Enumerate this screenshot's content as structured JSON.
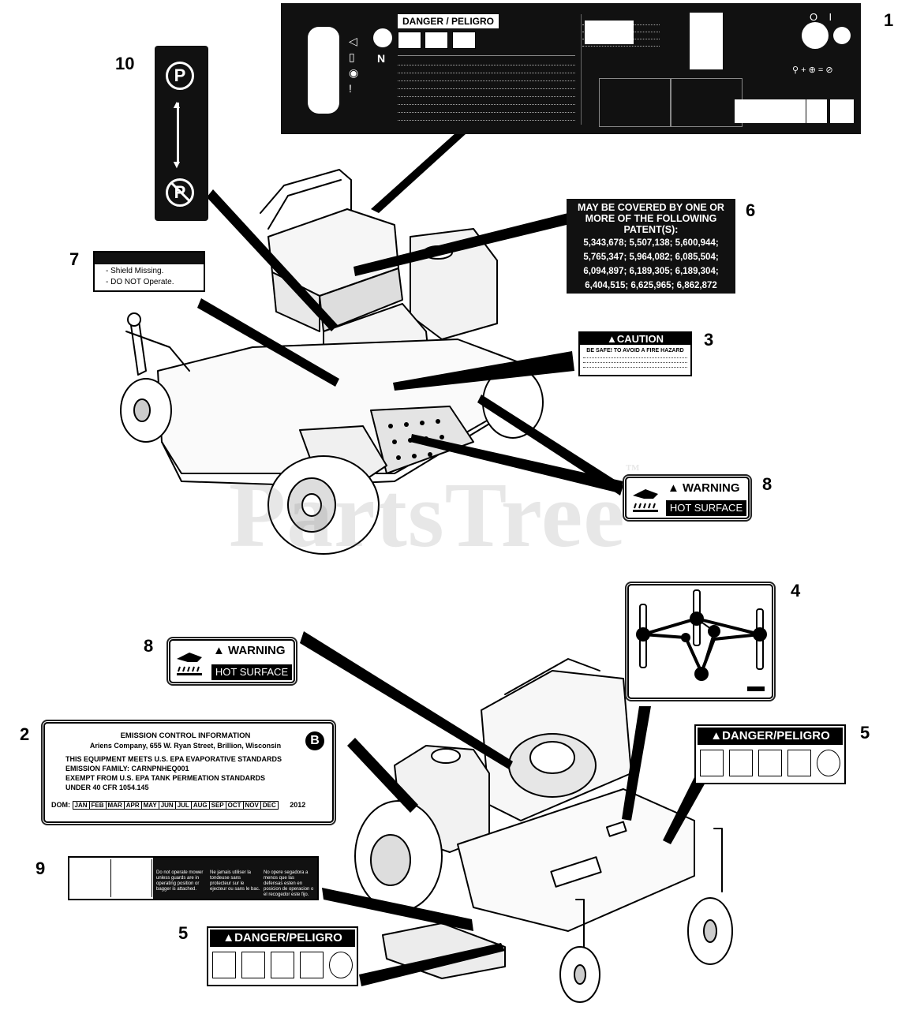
{
  "callouts": [
    "1",
    "2",
    "3",
    "4",
    "5",
    "5",
    "6",
    "7",
    "8",
    "8",
    "9",
    "10"
  ],
  "watermark": {
    "text": "PartsTree",
    "mark": "™"
  },
  "decal_1": {
    "danger_header": "DANGER / PELIGRO",
    "neutral_letter": "N",
    "icon_names": [
      "choke-icon",
      "throttle-icon",
      "fuel-icon",
      "key-icon",
      "no-smoking-icon",
      "ignition-icon"
    ]
  },
  "decal_2": {
    "title": "EMISSION CONTROL INFORMATION",
    "company": "Ariens Company, 655 W. Ryan Street, Brillion, Wisconsin",
    "badge": "B",
    "lines": [
      "THIS EQUIPMENT MEETS U.S. EPA EVAPORATIVE STANDARDS",
      "EMISSION FAMILY: CARNPNHEQ001",
      "EXEMPT FROM U.S. EPA TANK PERMEATION STANDARDS",
      "UNDER 40 CFR 1054.145"
    ],
    "dom_label": "DOM:",
    "months": [
      "JAN",
      "FEB",
      "MAR",
      "APR",
      "MAY",
      "JUN",
      "JUL",
      "AUG",
      "SEP",
      "OCT",
      "NOV",
      "DEC"
    ],
    "year": "2012"
  },
  "decal_3": {
    "header": "CAUTION",
    "line1": "BE SAFE! TO AVOID A FIRE HAZARD"
  },
  "decal_5": {
    "header": "DANGER/PELIGRO"
  },
  "decal_6": {
    "heading": "MAY BE COVERED BY ONE OR MORE OF THE FOLLOWING PATENT(S):",
    "patents": [
      "5,343,678; 5,507,138; 5,600,944;",
      "5,765,347; 5,964,082; 6,085,504;",
      "6,094,897; 6,189,305; 6,189,304;",
      "6,404,515; 6,625,965; 6,862,872"
    ]
  },
  "decal_7": {
    "items": [
      "- Shield Missing.",
      "- DO NOT Operate."
    ]
  },
  "decal_8": {
    "warning": "WARNING",
    "hot": "HOT SURFACE"
  },
  "decal_9": {
    "en": "Do not operate mower unless guards are in operating position or bagger is attached.",
    "fr": "Ne jamais utiliser la tondeuse sans protecteur sur le ejecteur ou sans le bac.",
    "es": "No opere segadora a menos que las defensas esten en posicion de operacion o el recogedor este fijo."
  },
  "decal_10": {
    "top_letter": "P",
    "bottom_letter": "P"
  },
  "colors": {
    "ink": "#000000",
    "decal_dark": "#111111",
    "paper": "#ffffff"
  }
}
